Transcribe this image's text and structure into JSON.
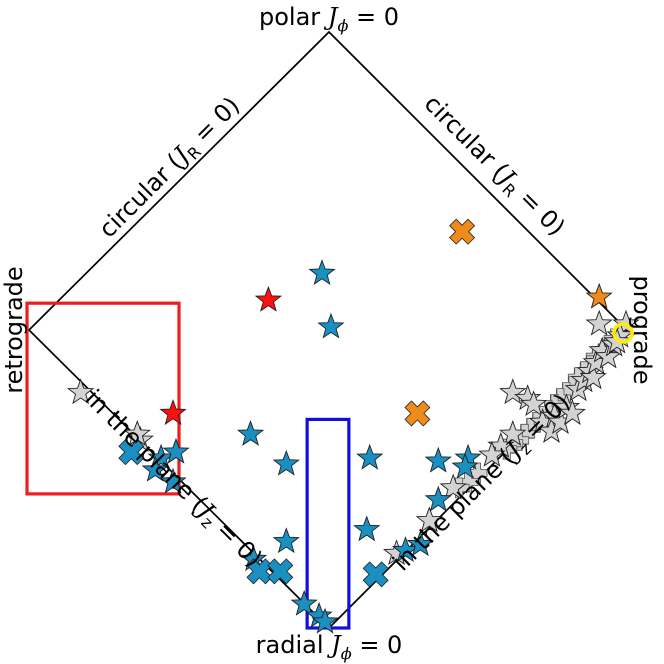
{
  "chart_data": {
    "type": "scatter",
    "title": "",
    "coordinate_system": "action diamond: horizontal = L_z/J_tot, vertical = (J_z - J_R)/J_tot",
    "xlim": [
      -1,
      1
    ],
    "ylim": [
      -1,
      1
    ],
    "grid": false,
    "legend": "none",
    "corner_labels": {
      "top": [
        "polar ",
        "J",
        "ϕ",
        " = 0"
      ],
      "bottom": [
        "radial ",
        "J",
        "ϕ",
        " = 0"
      ],
      "left": "retrograde",
      "right": "prograde"
    },
    "edge_labels": {
      "upper_left": [
        "circular (",
        "J",
        "R",
        " = 0)"
      ],
      "upper_right": [
        "circular (",
        "J",
        "R",
        " = 0)"
      ],
      "lower_left": [
        "in the plane (",
        "J",
        "z",
        " = 0)"
      ],
      "lower_right": [
        "in the plane (",
        "J",
        "z",
        " = 0)"
      ]
    },
    "colors": {
      "blue": "#1a8fc2",
      "grey": "#d3d3d3",
      "red": "#ff1010",
      "orange": "#f08a1a",
      "yellow": "#ffee00",
      "red_box": "#ee1c1c",
      "blue_box": "#1010dd"
    },
    "regions": [
      {
        "name": "retrograde box",
        "color": "red_box",
        "x": [
          -1.01,
          -0.5
        ],
        "y": [
          -0.55,
          0.09
        ]
      },
      {
        "name": "radial box",
        "color": "blue_box",
        "x": [
          -0.07,
          0.07
        ],
        "y": [
          -1.0,
          -0.3
        ]
      }
    ],
    "series": [
      {
        "marker": "star",
        "color": "blue",
        "points": [
          [
            -0.02,
            0.19
          ],
          [
            0.01,
            0.01
          ],
          [
            -0.26,
            -0.35
          ],
          [
            -0.56,
            -0.43
          ],
          [
            -0.58,
            -0.47
          ],
          [
            -0.52,
            -0.51
          ],
          [
            -0.51,
            -0.41
          ],
          [
            -0.14,
            -0.45
          ],
          [
            0.14,
            -0.43
          ],
          [
            0.37,
            -0.44
          ],
          [
            0.47,
            -0.43
          ],
          [
            0.46,
            -0.46
          ],
          [
            0.37,
            -0.57
          ],
          [
            -0.14,
            -0.71
          ],
          [
            -0.25,
            -0.77
          ],
          [
            0.13,
            -0.67
          ],
          [
            0.26,
            -0.74
          ],
          [
            0.31,
            -0.72
          ],
          [
            -0.08,
            -0.92
          ],
          [
            -0.03,
            -0.96
          ],
          [
            -0.01,
            -0.98
          ]
        ]
      },
      {
        "marker": "star",
        "color": "grey",
        "points": [
          [
            0.91,
            0.02
          ],
          [
            1.0,
            0.02
          ],
          [
            -0.83,
            -0.21
          ],
          [
            -0.63,
            -0.37
          ],
          [
            0.62,
            -0.21
          ],
          [
            0.67,
            -0.23
          ],
          [
            0.69,
            -0.25
          ],
          [
            0.72,
            -0.31
          ],
          [
            0.76,
            -0.29
          ],
          [
            0.75,
            -0.34
          ],
          [
            0.78,
            -0.31
          ],
          [
            0.8,
            -0.26
          ],
          [
            0.82,
            -0.28
          ],
          [
            0.84,
            -0.2
          ],
          [
            0.86,
            -0.17
          ],
          [
            0.88,
            -0.14
          ],
          [
            0.89,
            -0.16
          ],
          [
            0.9,
            -0.11
          ],
          [
            0.92,
            -0.07
          ],
          [
            0.94,
            -0.09
          ],
          [
            0.96,
            -0.05
          ],
          [
            0.98,
            -0.02
          ],
          [
            0.62,
            -0.35
          ],
          [
            0.58,
            -0.39
          ],
          [
            0.55,
            -0.42
          ],
          [
            0.42,
            -0.53
          ],
          [
            0.34,
            -0.64
          ],
          [
            0.23,
            -0.75
          ],
          [
            -0.64,
            -0.35
          ],
          [
            0.97,
            -0.04
          ]
        ]
      },
      {
        "marker": "plus",
        "color": "grey",
        "points": [
          [
            0.96,
            -0.03
          ],
          [
            0.94,
            -0.06
          ],
          [
            0.92,
            -0.08
          ],
          [
            0.9,
            -0.09
          ],
          [
            0.88,
            -0.12
          ],
          [
            0.86,
            -0.14
          ],
          [
            0.84,
            -0.16
          ],
          [
            0.82,
            -0.19
          ],
          [
            0.8,
            -0.21
          ],
          [
            0.78,
            -0.23
          ],
          [
            0.76,
            -0.25
          ],
          [
            0.74,
            -0.27
          ],
          [
            0.72,
            -0.29
          ],
          [
            0.7,
            -0.31
          ],
          [
            0.68,
            -0.33
          ],
          [
            0.66,
            -0.35
          ],
          [
            0.64,
            -0.37
          ],
          [
            0.62,
            -0.38
          ],
          [
            0.6,
            -0.4
          ],
          [
            0.5,
            -0.48
          ],
          [
            0.47,
            -0.51
          ],
          [
            0.44,
            -0.53
          ]
        ]
      },
      {
        "marker": "plus",
        "color": "blue",
        "points": [
          [
            -0.66,
            -0.41
          ],
          [
            -0.23,
            -0.81
          ],
          [
            -0.16,
            -0.81
          ],
          [
            0.16,
            -0.82
          ]
        ]
      },
      {
        "marker": "star",
        "color": "red",
        "points": [
          [
            -0.2,
            0.1
          ],
          [
            -0.52,
            -0.28
          ]
        ]
      },
      {
        "marker": "plus",
        "color": "orange",
        "points": [
          [
            0.45,
            0.33
          ],
          [
            0.3,
            -0.28
          ]
        ]
      },
      {
        "marker": "star",
        "color": "orange",
        "points": [
          [
            0.91,
            0.11
          ]
        ]
      },
      {
        "marker": "circle",
        "color": "yellow",
        "points": [
          [
            0.99,
            -0.01
          ]
        ]
      }
    ]
  }
}
